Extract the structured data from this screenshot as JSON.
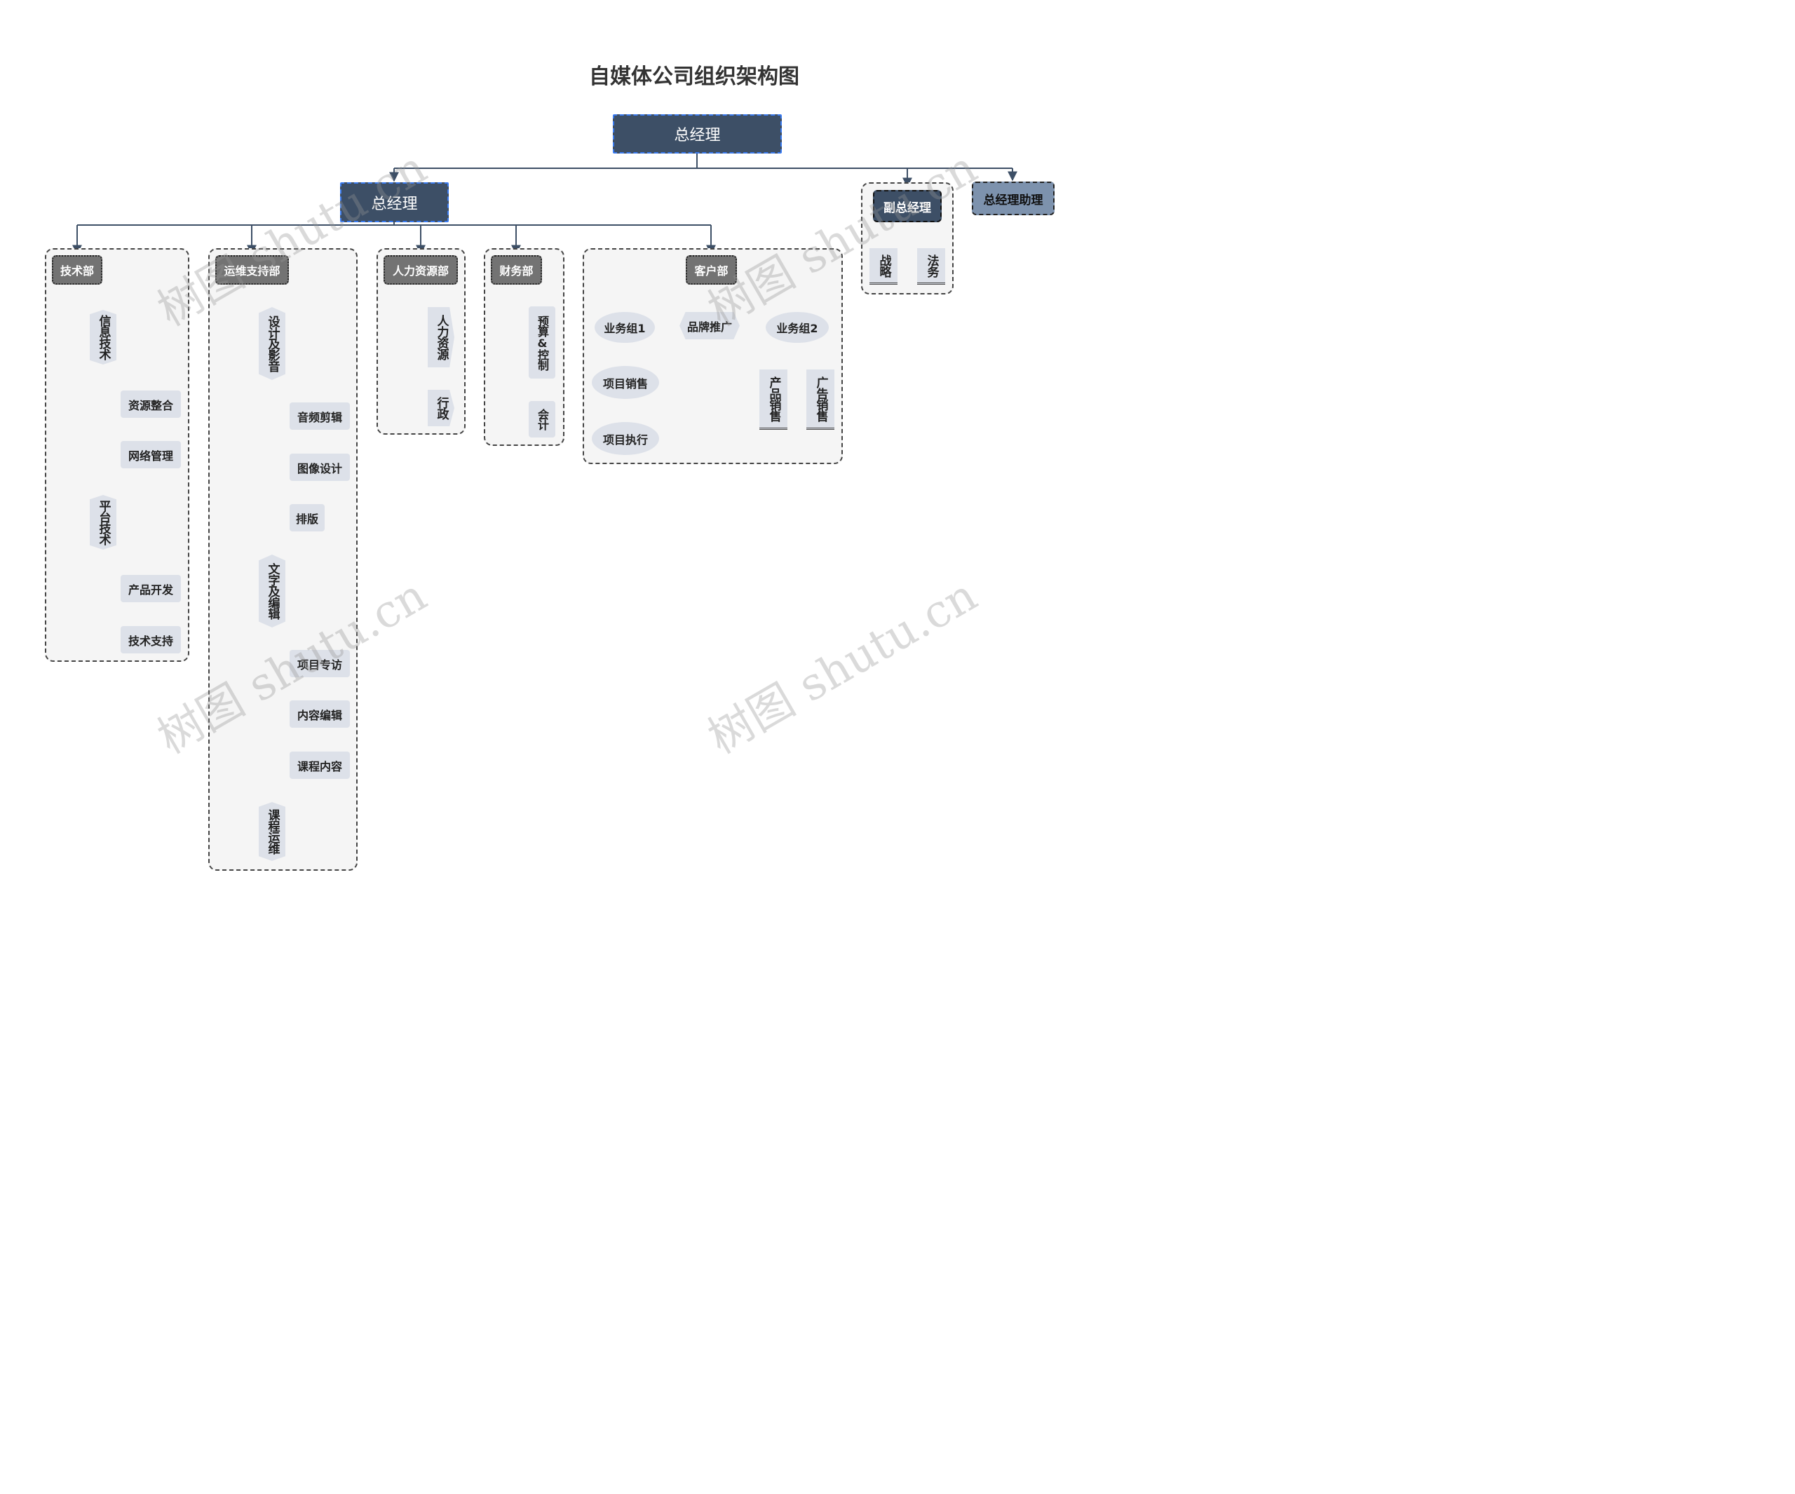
{
  "title": "自媒体公司组织架构图",
  "watermark": "树图 shutu.cn",
  "root": "总经理",
  "level1": {
    "gm": "总经理",
    "vp": "副总经理",
    "assistant": "总经理助理"
  },
  "vp_children": [
    "战略",
    "法务"
  ],
  "depts": {
    "tech": {
      "label": "技术部",
      "groups": [
        {
          "label": "信息技术",
          "items": [
            "资源整合",
            "网络管理"
          ]
        },
        {
          "label": "平台技术",
          "items": [
            "产品开发",
            "技术支持"
          ]
        }
      ]
    },
    "ops": {
      "label": "运维支持部",
      "groups": [
        {
          "label": "设计及影音",
          "items": [
            "音频剪辑",
            "图像设计",
            "排版"
          ]
        },
        {
          "label": "文字及编辑",
          "items": [
            "项目专访",
            "内容编辑",
            "课程内容"
          ]
        },
        {
          "label": "课程运维",
          "items": []
        }
      ]
    },
    "hr": {
      "label": "人力资源部",
      "items": [
        "人力资源",
        "行政"
      ]
    },
    "fin": {
      "label": "财务部",
      "items": [
        "预算&控制",
        "会计"
      ]
    },
    "client": {
      "label": "客户部",
      "group1": {
        "label": "业务组1",
        "items": [
          "项目销售",
          "项目执行"
        ]
      },
      "brand": "品牌推广",
      "group2": {
        "label": "业务组2",
        "items": [
          "产品销售",
          "广告销售"
        ]
      }
    }
  },
  "colors": {
    "dark_node": "#3d4f66",
    "dept_node": "#737373",
    "leaf": "#dde1e9",
    "line": "#3d4f66"
  }
}
